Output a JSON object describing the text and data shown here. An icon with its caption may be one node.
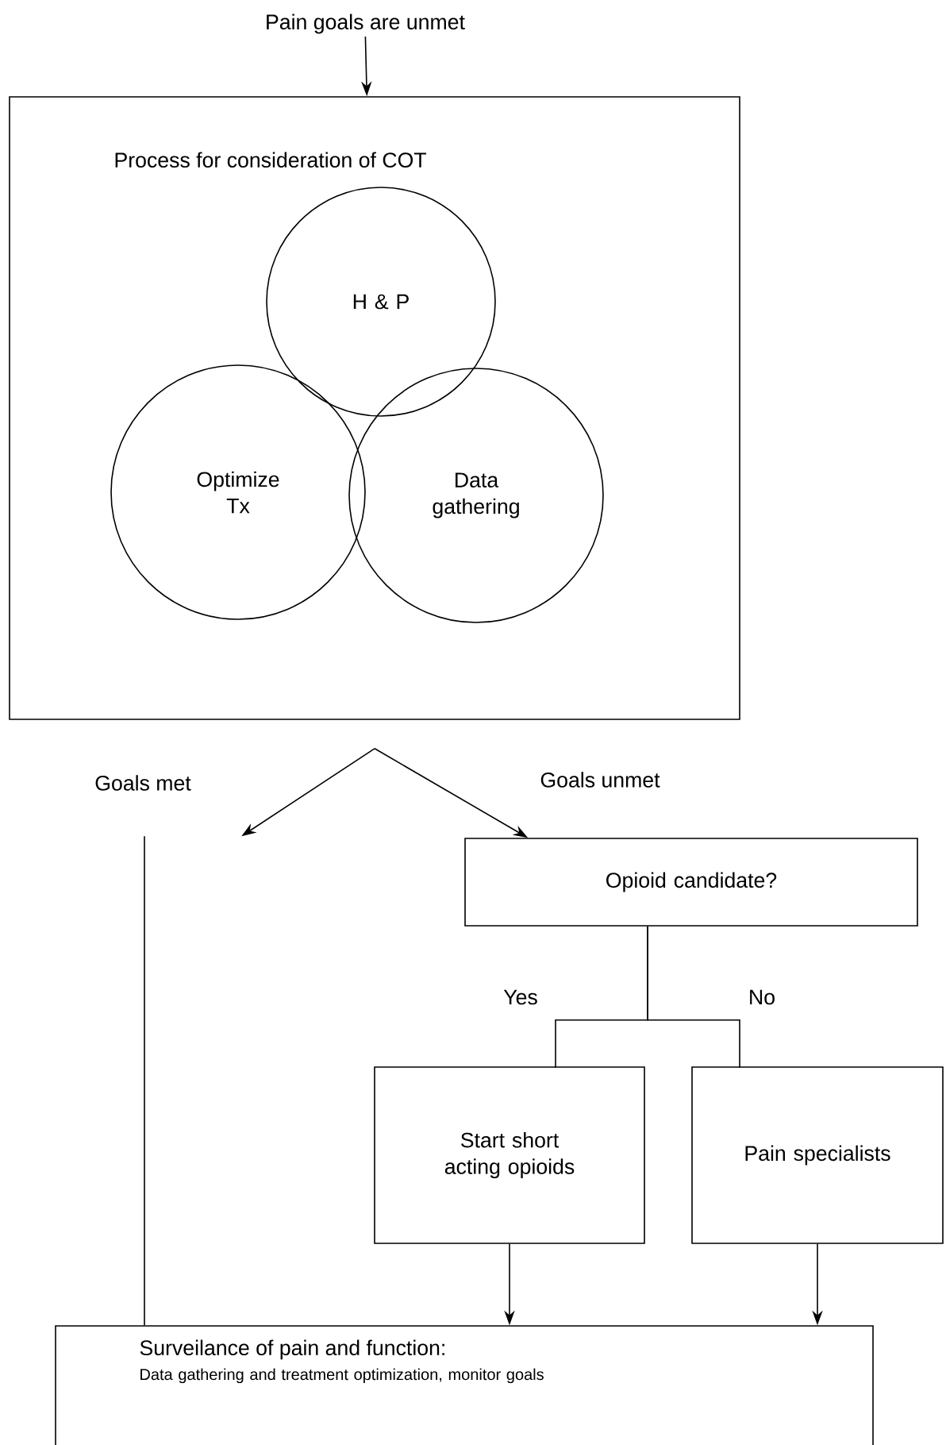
{
  "diagram": {
    "nodes": [
      {
        "text": [
          "Pain goals are unmet"
        ]
      },
      {
        "text": [
          "Process for consideration of COT"
        ]
      },
      {
        "text": [
          "H & P"
        ],
        "in": 1
      },
      {
        "text": [
          "Optimize Tx"
        ],
        "in": 1
      },
      {
        "text": [
          "Data gathering"
        ],
        "in": 1
      },
      {
        "text": [
          "Goals met"
        ]
      },
      {
        "text": [
          "Opioid candidate?"
        ]
      },
      {
        "text": [
          "Start short acting opioids"
        ]
      },
      {
        "text": [
          "Pain specialists"
        ]
      },
      {
        "text": [
          "Surveilance of pain and function:",
          "Data gathering and treatment optimization, monitor goals"
        ]
      }
    ],
    "edges": [
      {
        "from": 0,
        "to": 1,
        "arrow": "to"
      },
      {
        "from": 1,
        "to": 5,
        "arrow": "to"
      },
      {
        "from": 1,
        "to": 6,
        "arrow": "to",
        "label": "Goals unmet"
      },
      {
        "from": 5,
        "to": 9,
        "arrow": "none"
      },
      {
        "from": 6,
        "to": 7,
        "arrow": "none",
        "label": "Yes"
      },
      {
        "from": 6,
        "to": 8,
        "arrow": "none",
        "label": "No"
      },
      {
        "from": 7,
        "to": 9,
        "arrow": "to"
      },
      {
        "from": 8,
        "to": 9,
        "arrow": "to"
      }
    ]
  }
}
